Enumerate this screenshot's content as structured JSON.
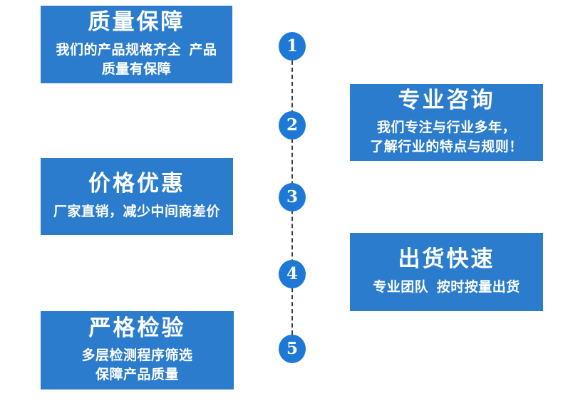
{
  "colors": {
    "box_blue": "#2b7ccc",
    "circle_blue": "#1d78d6",
    "dash_line": "#3b3b3b",
    "text": "#ffffff",
    "background": "#ffffff"
  },
  "features": [
    {
      "number": "1",
      "side": "left",
      "title": "质量保障",
      "lines": [
        "我们的产品规格齐全  产品",
        "质量有保障"
      ]
    },
    {
      "number": "2",
      "side": "right",
      "title": "专业咨询",
      "lines": [
        "我们专注与行业多年，",
        "了解行业的特点与规则！"
      ]
    },
    {
      "number": "3",
      "side": "left",
      "title": "价格优惠",
      "lines": [
        "厂家直销，减少中间商差价"
      ]
    },
    {
      "number": "4",
      "side": "right",
      "title": "出货快速",
      "lines": [
        "专业团队  按时按量出货"
      ]
    },
    {
      "number": "5",
      "side": "left",
      "title": "严格检验",
      "lines": [
        "多层检测程序筛选",
        "保障产品质量"
      ]
    }
  ],
  "timeline": {
    "numbers": [
      "1",
      "2",
      "3",
      "4",
      "5"
    ]
  }
}
